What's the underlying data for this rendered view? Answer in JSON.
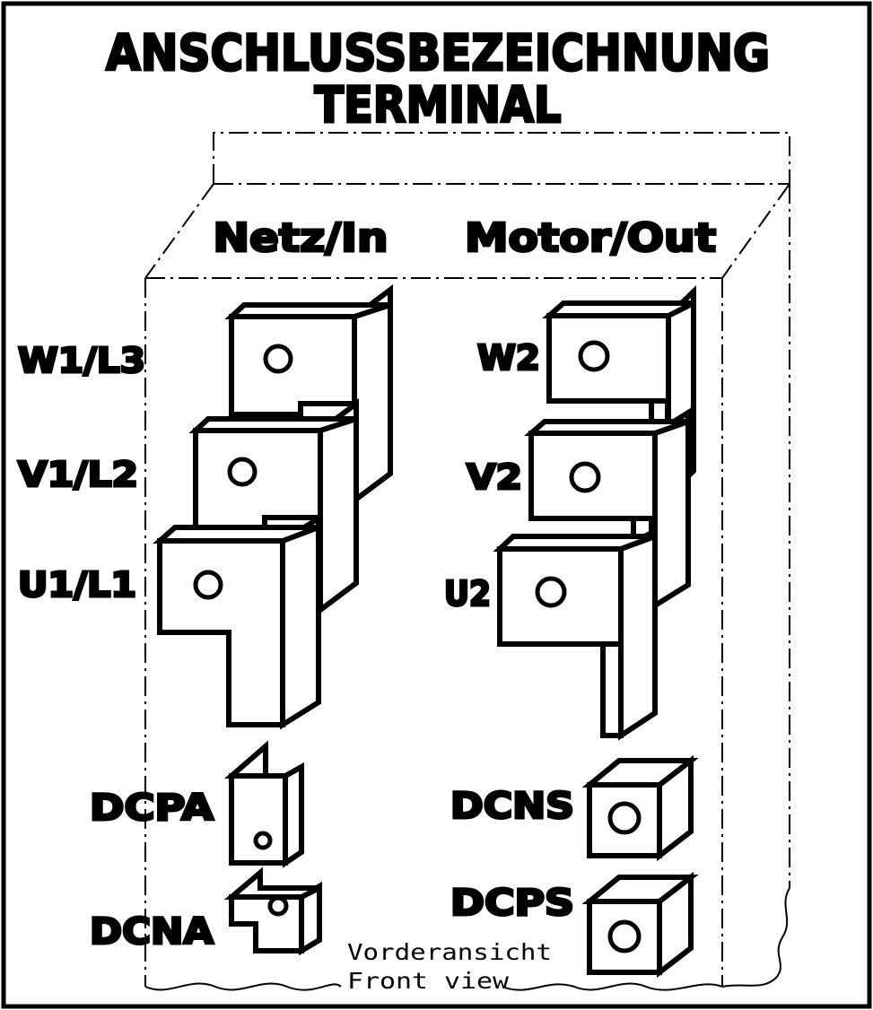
{
  "title": {
    "line1": "ANSCHLUSSBEZEICHNUNG",
    "line2": "TERMINAL"
  },
  "groups": {
    "input": "Netz/In",
    "output": "Motor/Out"
  },
  "terminals": {
    "w1_l3": "W1/L3",
    "v1_l2": "V1/L2",
    "u1_l1": "U1/L1",
    "w2": "W2",
    "v2": "V2",
    "u2": "U2",
    "dcpa": "DCPA",
    "dcna": "DCNA",
    "dcns": "DCNS",
    "dcps": "DCPS"
  },
  "view_caption": {
    "line1": "Vorderansicht",
    "line2": "Front view"
  }
}
